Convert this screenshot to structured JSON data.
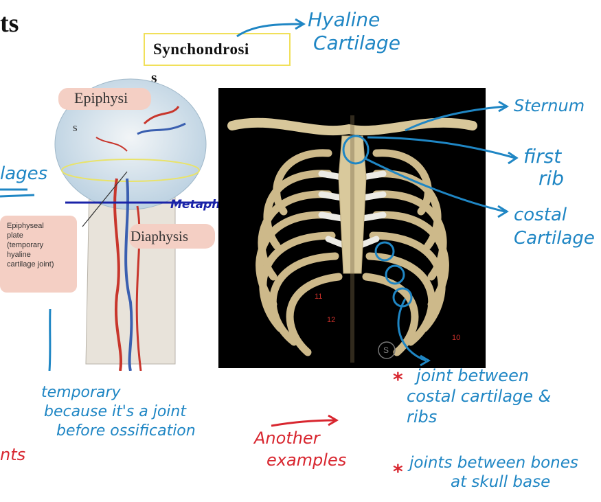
{
  "slide": {
    "partial_title": "ts",
    "title_box_text": "Synchondrosi",
    "title_box_wrap": "s"
  },
  "bone_figure": {
    "epiphysis_label_line1": "Epiphysi",
    "epiphysis_label_line2": "s",
    "diaphysis_label": "Diaphysis",
    "plate_label_lines": [
      "Epiphyseal",
      "plate",
      "(temporary",
      "hyaline",
      "cartilage joint)"
    ]
  },
  "ribcage_figure": {
    "rib_number_labels": [
      "11",
      "12",
      "10"
    ],
    "watermark": "S"
  },
  "annotations": {
    "hyaline_line1": "Hyaline",
    "hyaline_line2": "Cartilage",
    "left_partial_blue": "lages",
    "metaphysis": "Metaphysis",
    "sternum": "Sternum",
    "first_rib_line1": "first",
    "first_rib_line2": "rib",
    "costal_line1": "costal",
    "costal_line2": "Cartilage",
    "temporary_lines": [
      "temporary",
      "because it's a joint",
      "before ossification"
    ],
    "left_partial_red": "nts",
    "another_line1": "Another",
    "another_line2": "examples",
    "star": "*",
    "joint1_lines": [
      "joint between",
      "costal cartilage &",
      "ribs"
    ],
    "joint2_lines": [
      "joints between bones",
      "at skull base"
    ]
  },
  "colors": {
    "annotation_blue": "#1f86c4",
    "annotation_red": "#d8262f",
    "annotation_navy": "#1a23a8",
    "title_box_border": "#f1e05a"
  }
}
